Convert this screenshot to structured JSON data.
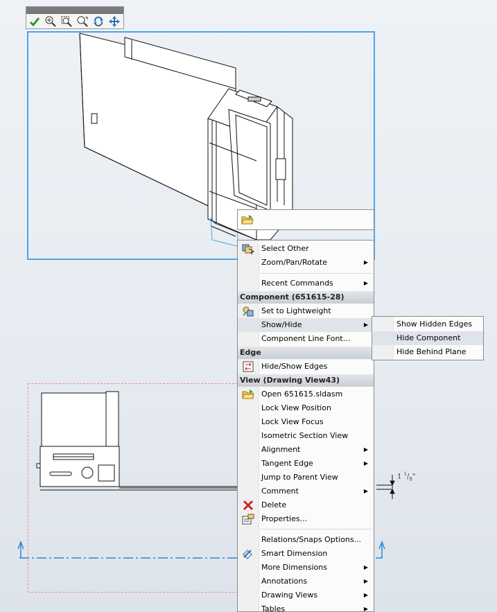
{
  "toolbar": {
    "icons": [
      "checkmark-icon",
      "zoom-in-icon",
      "zoom-to-area-icon",
      "zoom-previous-icon",
      "rotate-icon",
      "pan-icon"
    ]
  },
  "context_menu": {
    "items": [
      {
        "label": "Select Other",
        "icon": "select-other-icon"
      },
      {
        "label": "Zoom/Pan/Rotate",
        "submenu": true
      },
      {
        "label": "Recent Commands",
        "submenu": true
      },
      {
        "header": "Component (651615-28)"
      },
      {
        "label": "Set to Lightweight",
        "icon": "lightweight-icon"
      },
      {
        "label": "Show/Hide",
        "submenu": true,
        "highlighted": true
      },
      {
        "label": "Component Line Font..."
      },
      {
        "header": "Edge"
      },
      {
        "label": "Hide/Show Edges",
        "icon": "edges-icon"
      },
      {
        "header": "View (Drawing View43)"
      },
      {
        "label": "Open 651615.sldasm",
        "icon": "folder-open-icon"
      },
      {
        "label": "Lock View Position"
      },
      {
        "label": "Lock View Focus"
      },
      {
        "label": "Isometric Section View"
      },
      {
        "label": "Alignment",
        "submenu": true
      },
      {
        "label": "Tangent Edge",
        "submenu": true
      },
      {
        "label": "Jump to Parent View"
      },
      {
        "label": "Comment",
        "submenu": true
      },
      {
        "label": "Delete",
        "icon": "delete-x-icon"
      },
      {
        "label": "Properties...",
        "icon": "properties-icon"
      },
      {
        "label": "Relations/Snaps Options..."
      },
      {
        "label": "Smart Dimension",
        "icon": "smart-dimension-icon"
      },
      {
        "label": "More Dimensions",
        "submenu": true
      },
      {
        "label": "Annotations",
        "submenu": true
      },
      {
        "label": "Drawing Views",
        "submenu": true
      },
      {
        "label": "Tables",
        "submenu": true
      }
    ]
  },
  "submenu": {
    "items": [
      {
        "label": "Show Hidden Edges"
      },
      {
        "label": "Hide Component",
        "highlighted": true
      },
      {
        "label": "Hide Behind Plane"
      }
    ]
  },
  "dimension": {
    "whole": "1",
    "frac_num": "1",
    "frac_den": "8",
    "unit": "\""
  },
  "colors": {
    "selection": "#4aa3ea",
    "menu_highlight": "#dfe4ea",
    "delete": "#d32020"
  }
}
